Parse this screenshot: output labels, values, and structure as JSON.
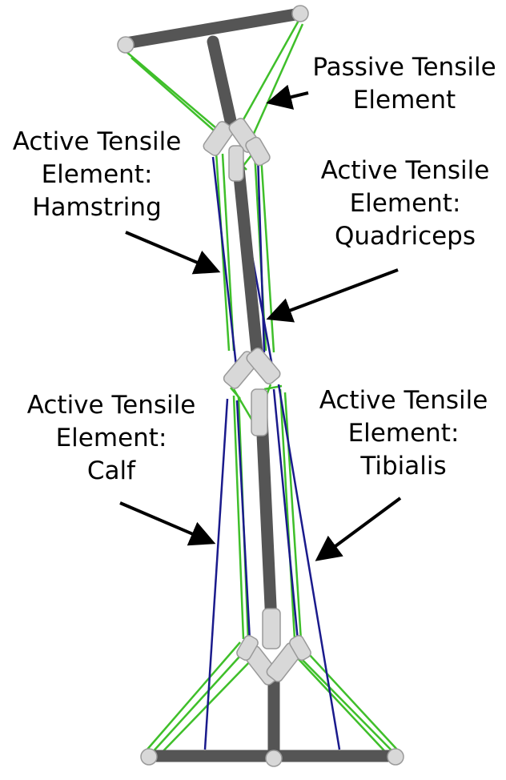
{
  "colors": {
    "rod": "#555555",
    "joint": "#d8d8d8",
    "passive_element": "#3fbf2a",
    "active_element": "#1a1a8c",
    "arrow": "#000000",
    "text": "#000000"
  },
  "labels": {
    "passive": {
      "line1": "Passive Tensile",
      "line2": "Element"
    },
    "hamstring": {
      "line1": "Active Tensile",
      "line2": "Element:",
      "line3": "Hamstring"
    },
    "quadriceps": {
      "line1": "Active Tensile",
      "line2": "Element:",
      "line3": "Quadriceps"
    },
    "calf": {
      "line1": "Active Tensile",
      "line2": "Element:",
      "line3": "Calf"
    },
    "tibialis": {
      "line1": "Active Tensile",
      "line2": "Element:",
      "line3": "Tibialis"
    }
  }
}
